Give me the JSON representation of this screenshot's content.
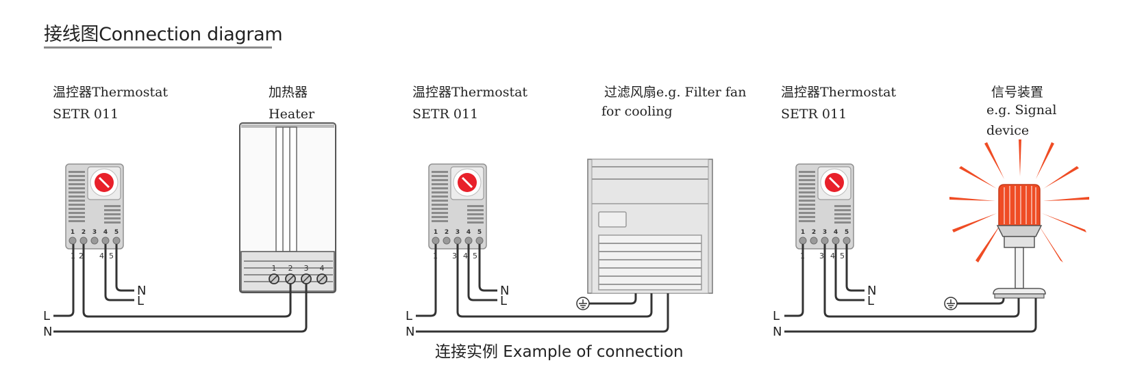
{
  "title": "接线图Connection diagram",
  "caption": "连接实例 Example of connection",
  "panels": [
    {
      "left_label_1": "温控器Thermostat",
      "left_label_2": "SETR 011",
      "right_label_1": "加热器",
      "right_label_2": "Heater",
      "terminal_labels": [
        "1",
        "2",
        "4",
        "5"
      ],
      "device_terminal_labels": [
        "1",
        "2",
        "3",
        "4"
      ]
    },
    {
      "left_label_1": "温控器Thermostat",
      "left_label_2": "SETR 011",
      "right_label_1": "过滤风扇e.g. Filter fan",
      "right_label_2": "for cooling",
      "terminal_labels": [
        "1",
        "3",
        "4",
        "5"
      ]
    },
    {
      "left_label_1": "温控器Thermostat",
      "left_label_2": "SETR 011",
      "right_label_1": "信号装置",
      "right_label_2": "e.g. Signal",
      "right_label_3": "device",
      "terminal_labels": [
        "1",
        "3",
        "4",
        "5"
      ]
    }
  ],
  "thermostat_terminals": [
    "1",
    "2",
    "3",
    "4",
    "5"
  ],
  "wire_labels": {
    "line": "L",
    "neutral": "N"
  },
  "colors": {
    "dial": "#e8202a",
    "beacon": "#ef4c24",
    "wire": "#333333",
    "device_gray": "#d9d9d9"
  },
  "icons": [
    "ground-symbol-icon",
    "warning-beacon-icon"
  ]
}
